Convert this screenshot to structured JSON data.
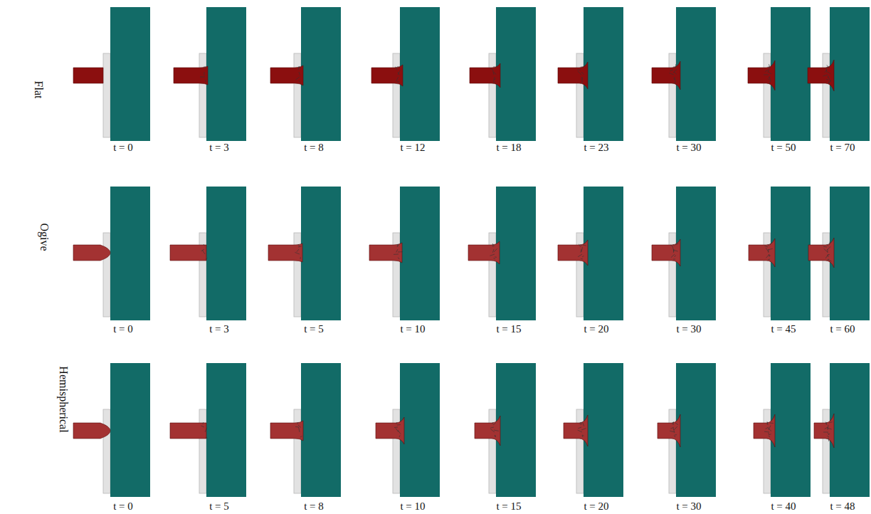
{
  "diagram": {
    "labels": [
      "Flat",
      "t = 0",
      "t = 3",
      "t = 8",
      "t = 12",
      "t = 18",
      "t = 23",
      "t = 30",
      "t = 50",
      "t = 70",
      "Ogive",
      "t = 0",
      "t = 3",
      "t = 5",
      "t = 10",
      "t = 15",
      "t = 20",
      "t = 30",
      "t = 45",
      "t = 60",
      "Hemispherical",
      "t = 0",
      "t = 5",
      "t = 8",
      "t = 10",
      "t = 15",
      "t = 20",
      "t = 30",
      "t = 40",
      "t = 48"
    ]
  }
}
